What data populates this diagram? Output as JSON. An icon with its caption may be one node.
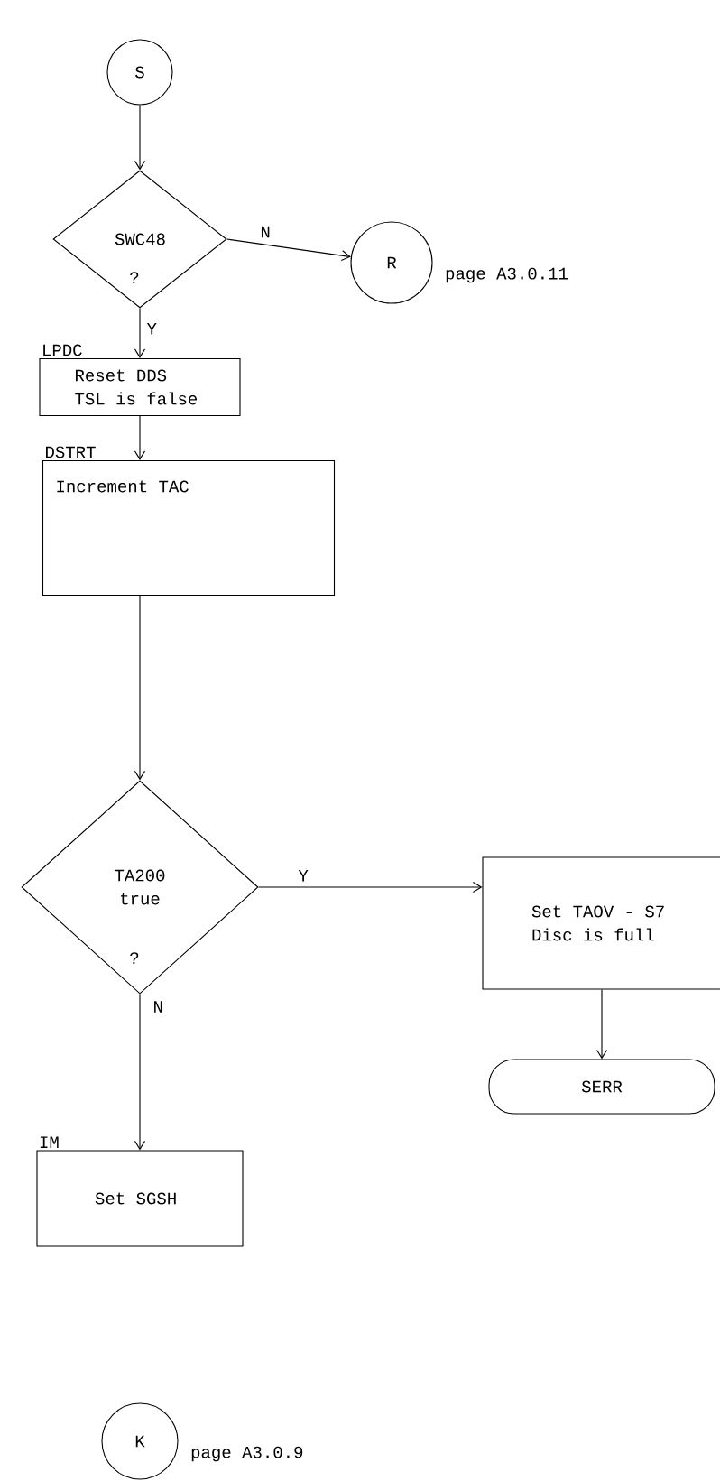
{
  "diagram": {
    "nodes": [
      {
        "text": [
          "S"
        ]
      },
      {
        "text": [
          "SWC48",
          "?"
        ]
      },
      {
        "text": [
          "R"
        ],
        "beside": [
          "page A3.0.11"
        ]
      },
      {
        "text": [
          "LPDC",
          "Reset DDS TSL is false"
        ]
      },
      {
        "text": [
          "DSTRT",
          "Increment TAC"
        ]
      },
      {
        "text": [
          "TA200 true",
          "?"
        ]
      },
      {
        "text": [
          "Set TAOV - S7 Disc is full"
        ]
      },
      {
        "text": [
          "SERR"
        ]
      },
      {
        "text": [
          "IM",
          "Set SGSH"
        ]
      },
      {
        "text": [
          "K"
        ],
        "beside": [
          "page A3.0.9"
        ]
      }
    ],
    "edges": [
      {
        "from": 0,
        "to": 1,
        "arrow": "to"
      },
      {
        "from": 1,
        "to": 2,
        "arrow": "to",
        "label": "N"
      },
      {
        "from": 1,
        "to": 3,
        "arrow": "to",
        "label": "Y"
      },
      {
        "from": 3,
        "to": 4,
        "arrow": "to"
      },
      {
        "from": 4,
        "to": 5,
        "arrow": "to"
      },
      {
        "from": 5,
        "to": 6,
        "arrow": "to",
        "label": "Y"
      },
      {
        "from": 6,
        "to": 7,
        "arrow": "to"
      },
      {
        "from": 5,
        "to": 8,
        "arrow": "to",
        "label": "N"
      }
    ]
  }
}
